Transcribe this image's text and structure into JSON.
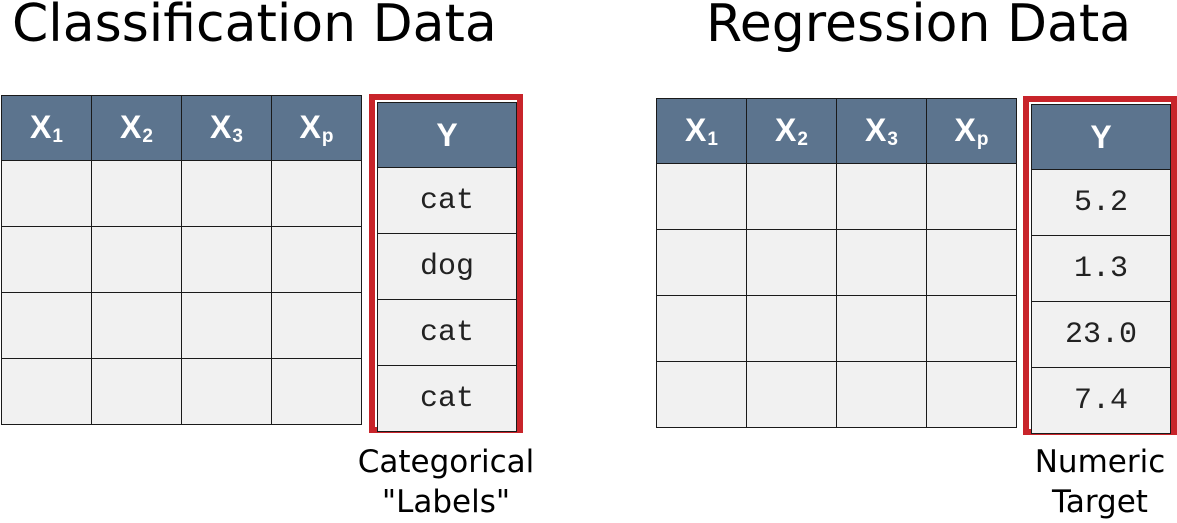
{
  "classification": {
    "title": "Classification Data",
    "feature_headers": [
      {
        "main": "X",
        "sub": "1"
      },
      {
        "main": "X",
        "sub": "2"
      },
      {
        "main": "X",
        "sub": "3"
      },
      {
        "main": "X",
        "sub": "p"
      }
    ],
    "target_header": "Y",
    "target_values": [
      "cat",
      "dog",
      "cat",
      "cat"
    ],
    "caption_line1": "Categorical",
    "caption_line2": "\"Labels\""
  },
  "regression": {
    "title": "Regression Data",
    "feature_headers": [
      {
        "main": "X",
        "sub": "1"
      },
      {
        "main": "X",
        "sub": "2"
      },
      {
        "main": "X",
        "sub": "3"
      },
      {
        "main": "X",
        "sub": "p"
      }
    ],
    "target_header": "Y",
    "target_values": [
      "5.2",
      "1.3",
      "23.0",
      "7.4"
    ],
    "caption_line1": "Numeric",
    "caption_line2": "Target"
  },
  "colors": {
    "header_fill": "#5c748e",
    "cell_fill": "#f1f1f1",
    "target_frame": "#c8242a"
  }
}
